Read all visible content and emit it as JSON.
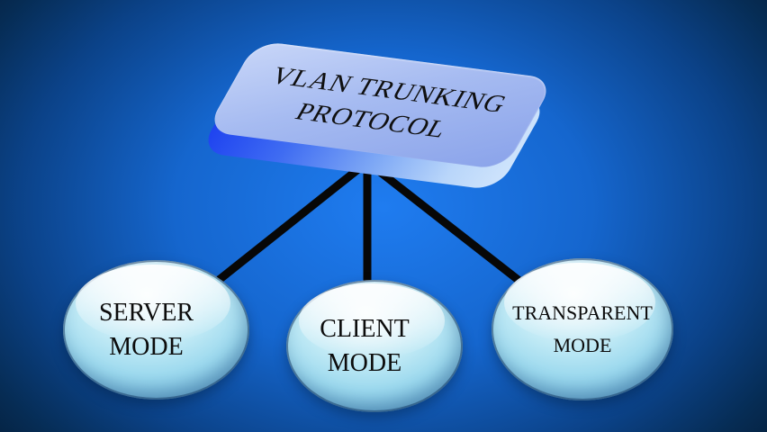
{
  "diagram": {
    "title": {
      "text": "VLAN TRUNKING PROTOCOL",
      "lines": [
        "VLAN TRUNKING",
        "PROTOCOL"
      ]
    },
    "nodes": [
      {
        "id": "server-mode",
        "label": "SERVER MODE"
      },
      {
        "id": "client-mode",
        "label": "CLIENT MODE"
      },
      {
        "id": "transparent-mode",
        "label": "TRANSPARENT MODE"
      }
    ],
    "edges": [
      {
        "from": "vlan-trunking-protocol",
        "to": "server-mode"
      },
      {
        "from": "vlan-trunking-protocol",
        "to": "client-mode"
      },
      {
        "from": "vlan-trunking-protocol",
        "to": "transparent-mode"
      }
    ],
    "colors": {
      "background_center": "#1f7cf0",
      "background_edge": "#041e3a",
      "box_face_light": "#c8d6f8",
      "box_face_dark": "#8aa3ea",
      "box_side_left": "#1c40f0",
      "box_side_right": "#cfe4fc",
      "node_highlight": "#f8fdfe",
      "node_fill": "#9cd9ee",
      "node_rim": "#123460",
      "connector": "#070707",
      "text": "#0c0c0c"
    }
  }
}
